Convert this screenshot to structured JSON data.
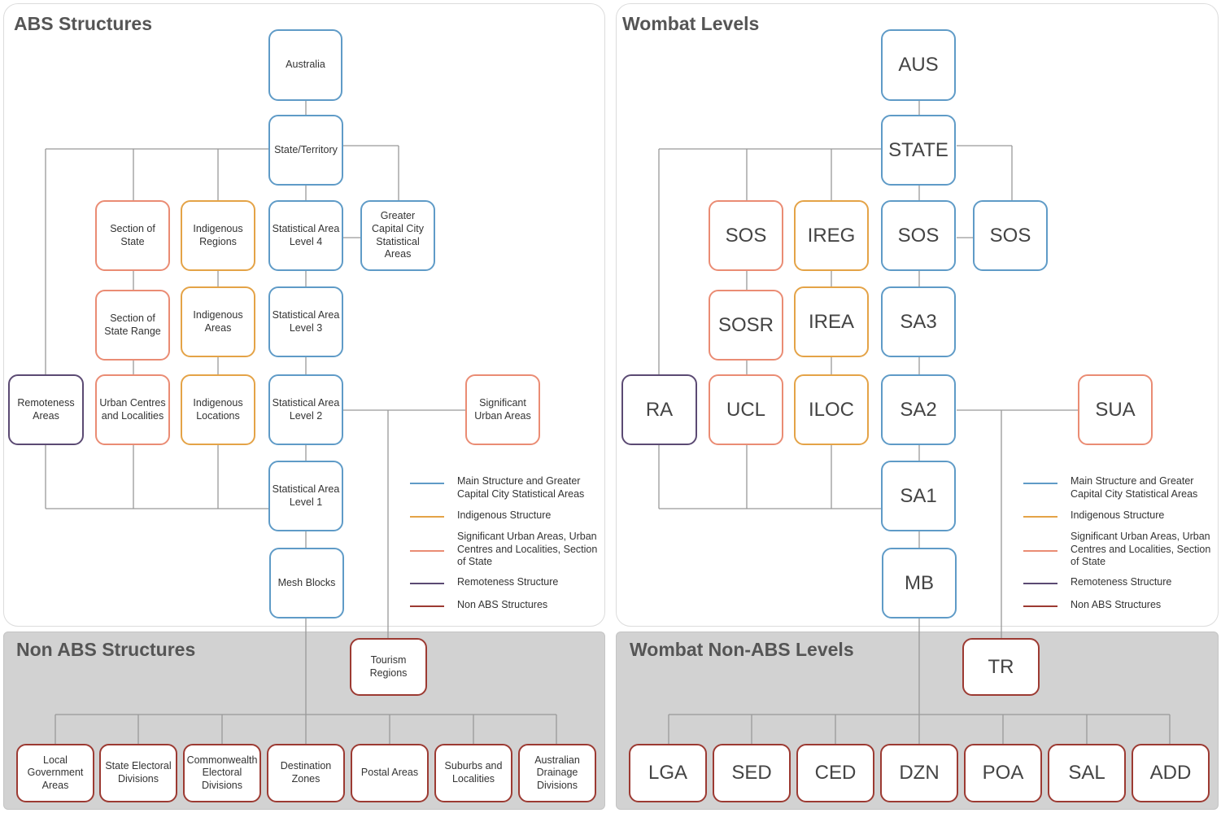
{
  "panels": {
    "abs_title": "ABS Structures",
    "wombat_title": "Wombat Levels",
    "nonabs_title": "Non ABS Structures",
    "wombat_nonabs_title": "Wombat Non-ABS Levels"
  },
  "abs_nodes": {
    "aus": "Australia",
    "state": "State/Territory",
    "sos": "Section of State",
    "ireg": "Indigenous Regions",
    "sa4": "Statistical Area Level 4",
    "gccsa": "Greater Capital City Statistical Areas",
    "sosr": "Section of State Range",
    "irea": "Indigenous Areas",
    "sa3": "Statistical Area Level 3",
    "ra": "Remoteness Areas",
    "ucl": "Urban Centres and Localities",
    "iloc": "Indigenous Locations",
    "sa2": "Statistical Area Level 2",
    "sua": "Significant Urban Areas",
    "sa1": "Statistical Area Level 1",
    "mb": "Mesh Blocks",
    "tr": "Tourism Regions",
    "lga": "Local Government Areas",
    "sed": "State Electoral Divisions",
    "ced": "Commonwealth Electoral Divisions",
    "dzn": "Destination Zones",
    "poa": "Postal Areas",
    "sal": "Suburbs and Localities",
    "add": "Australian Drainage Divisions"
  },
  "wombat_nodes": {
    "aus": "AUS",
    "state": "STATE",
    "sos": "SOS",
    "ireg": "IREG",
    "sa4": "SOS",
    "gccsa": "SOS",
    "sosr": "SOSR",
    "irea": "IREA",
    "sa3": "SA3",
    "ra": "RA",
    "ucl": "UCL",
    "iloc": "ILOC",
    "sa2": "SA2",
    "sua": "SUA",
    "sa1": "SA1",
    "mb": "MB",
    "tr": "TR",
    "lga": "LGA",
    "sed": "SED",
    "ced": "CED",
    "dzn": "DZN",
    "poa": "POA",
    "sal": "SAL",
    "add": "ADD"
  },
  "legend": [
    {
      "label": "Main Structure and Greater Capital City Statistical Areas",
      "color": "#5f9bc7"
    },
    {
      "label": "Indigenous Structure",
      "color": "#e4a347"
    },
    {
      "label": "Significant Urban Areas, Urban Centres and Localities, Section of State",
      "color": "#ea8c74"
    },
    {
      "label": "Remoteness Structure",
      "color": "#5b4a73"
    },
    {
      "label": "Non ABS Structures",
      "color": "#9c3a32"
    }
  ],
  "colors": {
    "blue": "#5f9bc7",
    "orange": "#e4a347",
    "coral": "#ea8c74",
    "purple": "#5b4a73",
    "red": "#9c3a32",
    "connector": "#999999"
  }
}
